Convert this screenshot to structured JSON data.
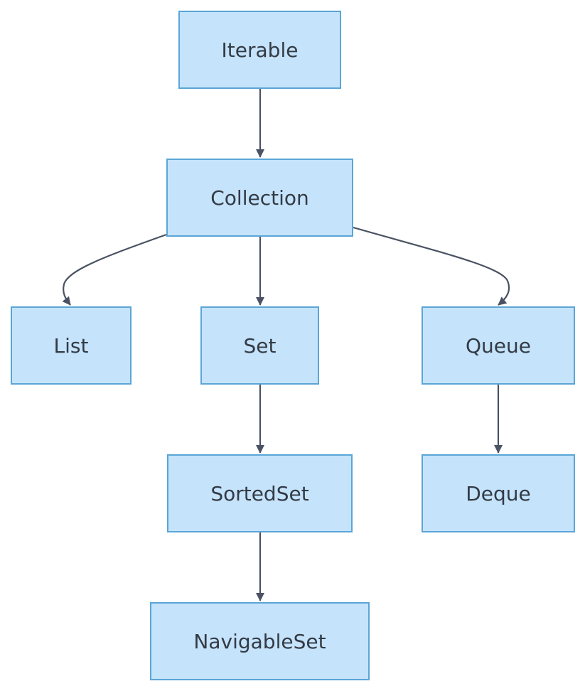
{
  "diagram": {
    "nodes": {
      "iterable": "Iterable",
      "collection": "Collection",
      "list": "List",
      "set": "Set",
      "queue": "Queue",
      "sortedset": "SortedSet",
      "deque": "Deque",
      "navigableset": "NavigableSet"
    },
    "edges": [
      {
        "from": "Iterable",
        "to": "Collection"
      },
      {
        "from": "Collection",
        "to": "List"
      },
      {
        "from": "Collection",
        "to": "Set"
      },
      {
        "from": "Collection",
        "to": "Queue"
      },
      {
        "from": "Set",
        "to": "SortedSet"
      },
      {
        "from": "Queue",
        "to": "Deque"
      },
      {
        "from": "SortedSet",
        "to": "NavigableSet"
      }
    ],
    "colors": {
      "node_fill": "#c5e3fb",
      "node_border": "#5aa6d6",
      "text": "#333b45",
      "edge": "#4a5263"
    }
  }
}
